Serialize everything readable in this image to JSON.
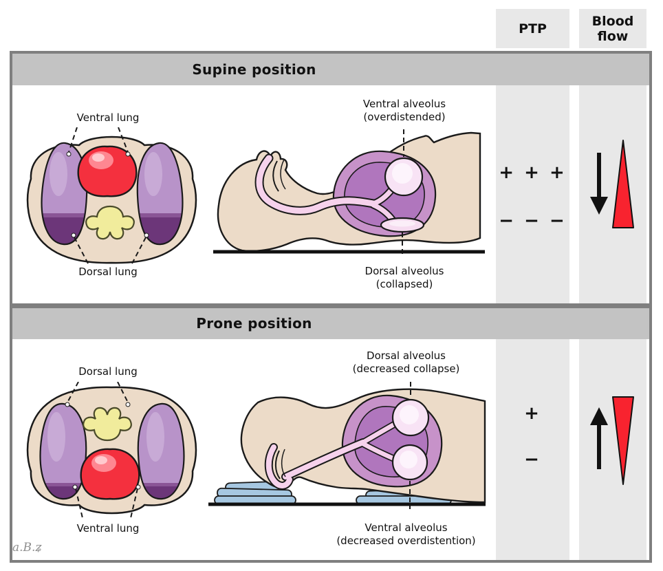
{
  "columns": {
    "ptp": "PTP",
    "blood_flow": "Blood flow"
  },
  "supine": {
    "title": "Supine position",
    "cross_section": {
      "top_label": "Ventral lung",
      "bottom_label": "Dorsal lung"
    },
    "sagittal": {
      "top_label": "Ventral alveolus",
      "top_sub": "(overdistended)",
      "bottom_label": "Dorsal alveolus",
      "bottom_sub": "(collapsed)"
    },
    "ptp": {
      "positive": "+ + +",
      "negative": "− − −"
    },
    "blood_flow_icon": "down-arrow-with-apex-up-red-triangle"
  },
  "prone": {
    "title": "Prone position",
    "cross_section": {
      "top_label": "Dorsal lung",
      "bottom_label": "Ventral lung"
    },
    "sagittal": {
      "top_label": "Dorsal alveolus",
      "top_sub": "(decreased collapse)",
      "bottom_label": "Ventral alveolus",
      "bottom_sub": "(decreased overdistention)"
    },
    "ptp": {
      "positive": "+",
      "negative": "−"
    },
    "blood_flow_icon": "up-arrow-with-apex-down-red-triangle"
  },
  "signature": "a.B.ʑ",
  "colors": {
    "strip_gray": "#e8e8e8",
    "bar_gray": "#c3c3c3",
    "border_gray": "#7f7f7f",
    "skin": "#ecdbc8",
    "lung_light_purple": "#b893c9",
    "lung_dark_purple": "#6c3679",
    "sagittal_lung_purple": "#c792c9",
    "sagittal_lung_inner": "#b076bd",
    "alveolus_pink": "#f8e3f5",
    "airway_pink": "#f6d2ec",
    "heart_red": "#f4303e",
    "vertebra_yellow": "#f1ec9c",
    "towel_blue": "#a6c7e1",
    "triangle_red": "#f8232f",
    "outline_black": "#1a1a1a"
  }
}
